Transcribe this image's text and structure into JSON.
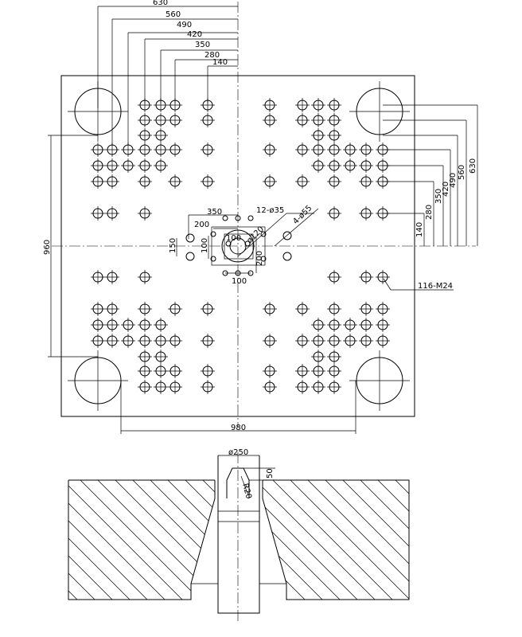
{
  "top_dims": [
    "630",
    "560",
    "490",
    "420",
    "350",
    "280",
    "140"
  ],
  "right_dims": [
    "630",
    "560",
    "490",
    "420",
    "350",
    "280",
    "140"
  ],
  "dims": {
    "width_980": "980",
    "height_960": "960",
    "d350": "350",
    "d200": "200",
    "d100_top": "100",
    "d100_bottom": "100",
    "d150": "150",
    "d100_left": "100",
    "d200_vert": "200",
    "phi120": "ø120",
    "holes_12": "12-ø35",
    "holes_4": "4-ø55",
    "thread_holes": "116-M24"
  },
  "section": {
    "phi250": "ø250",
    "d50": "50",
    "r20": "R20"
  }
}
